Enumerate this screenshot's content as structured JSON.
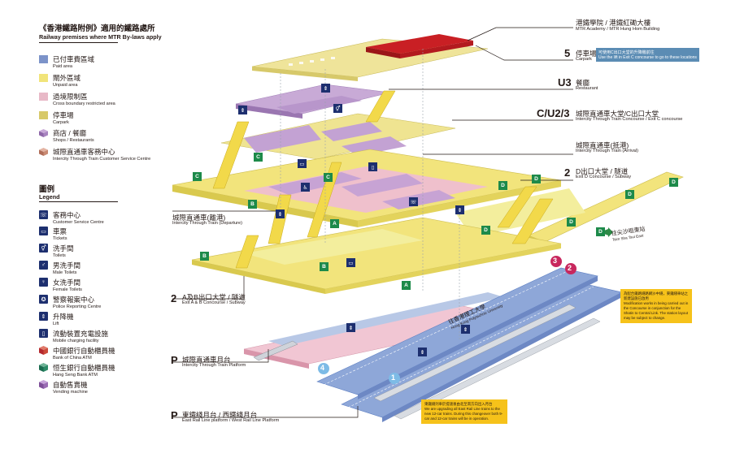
{
  "header": {
    "title_zh": "《香港鐵路附例》適用的鐵路處所",
    "title_en": "Railway premises where MTR By-laws apply"
  },
  "area_legend": [
    {
      "zh": "已付車費區域",
      "en": "Paid area",
      "color": "#7c93c9"
    },
    {
      "zh": "閘外區域",
      "en": "Unpaid area",
      "color": "#f1e47a"
    },
    {
      "zh": "過境限制區",
      "en": "Cross boundary restricted area",
      "color": "#e8b9c7"
    },
    {
      "zh": "停車場",
      "en": "Carpark",
      "color": "#d7c96a"
    },
    {
      "zh": "商店 / 餐廳",
      "en": "Shops / Restaurants",
      "color": "#a07cb8"
    },
    {
      "zh": "城際直通車客務中心",
      "en": "Intercity Through Train Customer Service Centre",
      "color": "#c98a73"
    }
  ],
  "legend": {
    "title_zh": "圖例",
    "title_en": "Legend",
    "items": [
      {
        "zh": "客務中心",
        "en": "Customer Service Centre",
        "icon": "customer-service-icon",
        "color": "#1d2f6f"
      },
      {
        "zh": "車票",
        "en": "Tickets",
        "icon": "ticket-icon",
        "color": "#1d2f6f"
      },
      {
        "zh": "洗手間",
        "en": "Toilets",
        "icon": "toilet-icon",
        "color": "#1d2f6f"
      },
      {
        "zh": "男洗手間",
        "en": "Male Toilets",
        "icon": "male-toilet-icon",
        "color": "#1d2f6f"
      },
      {
        "zh": "女洗手間",
        "en": "Female Toilets",
        "icon": "female-toilet-icon",
        "color": "#1d2f6f"
      },
      {
        "zh": "警察報案中心",
        "en": "Police Reporting Centre",
        "icon": "police-icon",
        "color": "#1d2f6f"
      },
      {
        "zh": "升降機",
        "en": "Lift",
        "icon": "lift-icon",
        "color": "#1d2f6f"
      },
      {
        "zh": "流動裝置充電設施",
        "en": "Mobile charging facility",
        "icon": "mobile-charging-icon",
        "color": "#1d2f6f"
      },
      {
        "zh": "中國銀行自動櫃員機",
        "en": "Bank of China ATM",
        "icon": "boc-atm-icon",
        "color": "#b4282e"
      },
      {
        "zh": "恒生銀行自動櫃員機",
        "en": "Hang Seng Bank ATM",
        "icon": "hang-seng-atm-icon",
        "color": "#1a6b4f"
      },
      {
        "zh": "自動售賣機",
        "en": "Vending machine",
        "icon": "vending-machine-icon",
        "color": "#7e4e98"
      }
    ]
  },
  "levels": {
    "top_building": {
      "zh": "港鐵學院 / 港鐵紅磡大樓",
      "en": "MTR Academy / MTR Hung Hom Building"
    },
    "carpark": {
      "num": "5",
      "zh": "停車場",
      "en": "Carpark",
      "note": "可使用C出口大堂的升降機前往",
      "note_en": "Use the lift in Exit C concourse to go to these locations"
    },
    "restaurant": {
      "num": "U3",
      "zh": "餐廳",
      "en": "Restaurant"
    },
    "concourse_c": {
      "num": "C/U2/3",
      "zh": "城際直通車大堂/C出口大堂",
      "en": "Intercity Through Train Concourse / Exit C concourse"
    },
    "arrival": {
      "zh": "城際直通車(抵港)",
      "en": "Intercity Through Train (Arrival)"
    },
    "concourse_d": {
      "num": "2",
      "zh": "D出口大堂 / 隧道",
      "en": "Exit D Concourse / Subway"
    },
    "departure": {
      "zh": "城際直通車(離港)",
      "en": "Intercity Through Train (Departure)"
    },
    "concourse_ab": {
      "num": "2",
      "zh": "A及B出口大堂 / 隧道",
      "en": "Exit A & B Concourse / Subway"
    },
    "itt_platform": {
      "num": "P",
      "zh": "城際直通車月台",
      "en": "Intercity Through Train Platform"
    },
    "rail_platform": {
      "num": "P",
      "zh": "東鐵綫月台 / 西鐵綫月台",
      "en": "East Rail Line platform / West Rail Line Platform"
    }
  },
  "map_labels": {
    "tst_east_zh": "往尖沙咀東站",
    "tst_east_en": "Tsim Sha Tsui East",
    "polyu_zh": "往香港理工大學",
    "polyu_en": "Hong Kong Polytechnic University"
  },
  "platform_numbers": [
    "1",
    "2",
    "3",
    "4"
  ],
  "notes": {
    "right_zh": "為配合鐵路綫路網沙中綫，東鐵綫車站之新建設施已啟用",
    "right_en": "Modification works in being carried out in the Concourse in conjunction for the Shatin to Central Link. The station layout may be subject to change.",
    "bottom_zh": "東鐵綫列車於提速後由北至南方向出入月台",
    "bottom_en": "We are upgrading all East Rail Line trains to the new 12-car trains. During this changeover both 9-car and 12-car trains will be in operation."
  }
}
